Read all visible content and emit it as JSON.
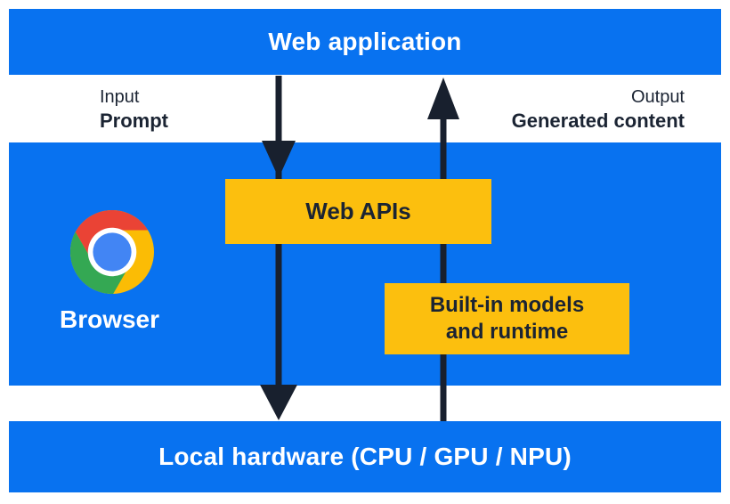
{
  "diagram": {
    "title_bar": {
      "label": "Web application"
    },
    "io": {
      "input_title": "Input",
      "input_value": "Prompt",
      "output_title": "Output",
      "output_value": "Generated content"
    },
    "browser_panel": {
      "browser_label": "Browser",
      "logo": "chrome-logo"
    },
    "boxes": {
      "web_apis": {
        "label": "Web APIs"
      },
      "builtin": {
        "lines": [
          "Built-in models",
          "and runtime"
        ]
      }
    },
    "hardware_bar": {
      "label": "Local hardware (CPU / GPU / NPU)"
    },
    "arrows": {
      "down": "prompt-flow-down",
      "up": "generated-content-flow-up"
    },
    "colors": {
      "panel_blue": "#0872f0",
      "box_yellow": "#fcbf0e",
      "dark_navy": "#1b2433",
      "arrow_dark": "#18202e",
      "label_white": "#ffffff",
      "chrome_red": "#ea4335",
      "chrome_green": "#34a853",
      "chrome_yellow": "#fbbc05",
      "chrome_blue": "#4285f4"
    }
  }
}
